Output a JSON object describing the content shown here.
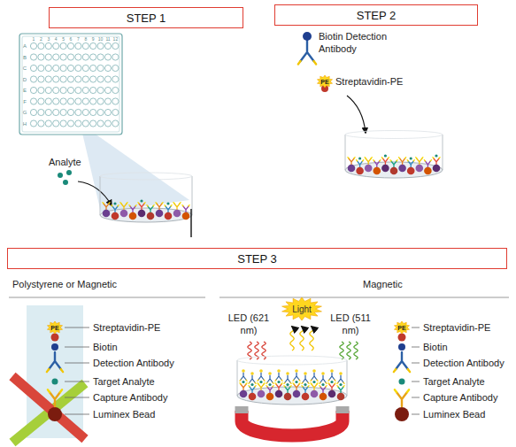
{
  "diagram": {
    "nodes": [
      {
        "text": [
          "STEP 1"
        ]
      },
      {
        "text": [
          "STEP 2"
        ]
      },
      {
        "text": [
          "PE"
        ]
      },
      {
        "text": [
          "STEP 3"
        ]
      },
      {
        "text": [
          "PE"
        ]
      },
      {
        "text": [
          "Light"
        ]
      },
      {
        "text": [
          "PE"
        ]
      }
    ],
    "labels": [
      "A",
      "B",
      "C",
      "D",
      "E",
      "F",
      "G",
      "H",
      "1",
      "2",
      "3",
      "4",
      "5",
      "6",
      "7",
      "8",
      "9",
      "10",
      "11",
      "12",
      "Analyte",
      "Biotin Detection Antibody",
      "Streptavidin-PE",
      "Polystyrene or Magnetic",
      "Magnetic",
      "Streptavidin-PE",
      "Biotin",
      "Detection Antibody",
      "Target Analyte",
      "Capture Antibody",
      "Luminex Bead",
      "LED (621 nm)",
      "LED (511 nm)",
      "Streptavidin-PE",
      "Biotin",
      "Detection Antibody",
      "Target Analyte",
      "Capture Antibody",
      "Luminex Bead"
    ]
  }
}
